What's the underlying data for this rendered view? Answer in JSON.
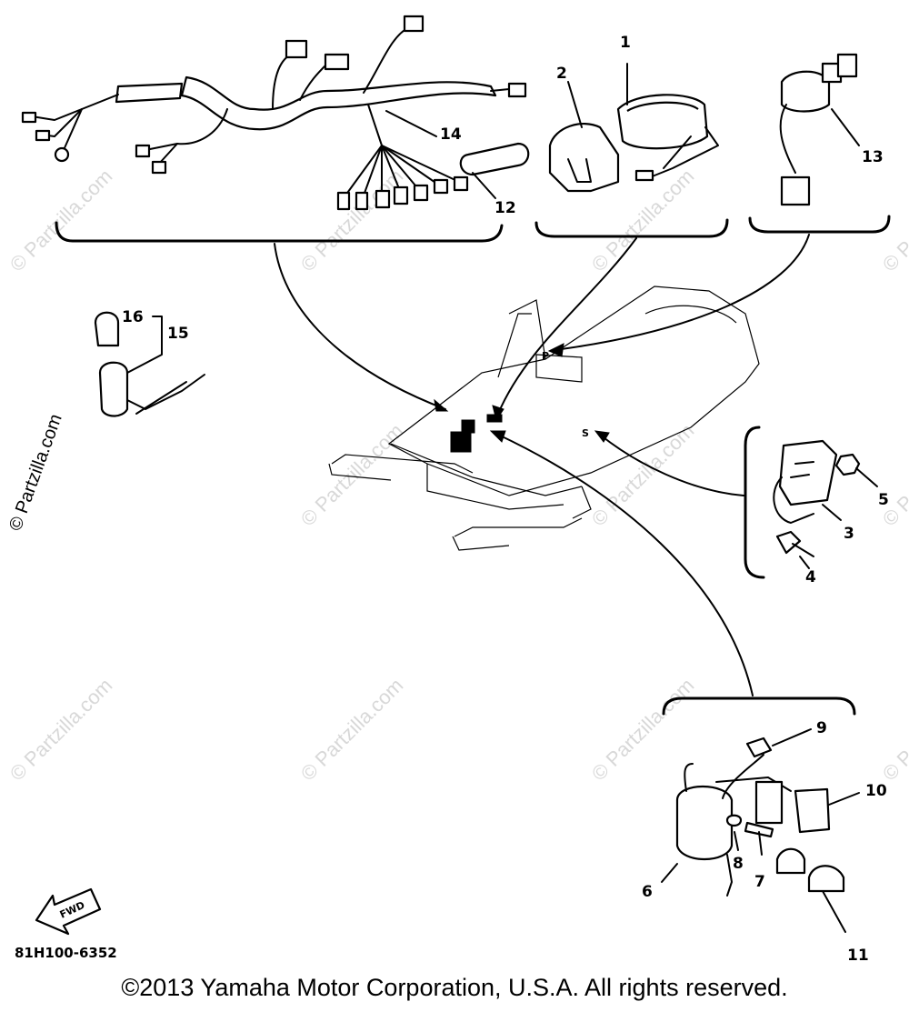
{
  "diagram": {
    "callouts": [
      {
        "id": "1",
        "label": "1"
      },
      {
        "id": "2",
        "label": "2"
      },
      {
        "id": "3",
        "label": "3"
      },
      {
        "id": "4",
        "label": "4"
      },
      {
        "id": "5",
        "label": "5"
      },
      {
        "id": "6",
        "label": "6"
      },
      {
        "id": "7",
        "label": "7"
      },
      {
        "id": "8",
        "label": "8"
      },
      {
        "id": "9",
        "label": "9"
      },
      {
        "id": "10",
        "label": "10"
      },
      {
        "id": "11",
        "label": "11"
      },
      {
        "id": "12",
        "label": "12"
      },
      {
        "id": "13",
        "label": "13"
      },
      {
        "id": "14",
        "label": "14"
      },
      {
        "id": "15",
        "label": "15"
      },
      {
        "id": "16",
        "label": "16"
      }
    ],
    "fwd_label": "FWD",
    "diagram_code": "81H100-6352"
  },
  "watermark": {
    "text": "© Partzilla.com"
  },
  "footer": {
    "copyright": "©2013 Yamaha Motor Corporation, U.S.A. All rights reserved."
  }
}
